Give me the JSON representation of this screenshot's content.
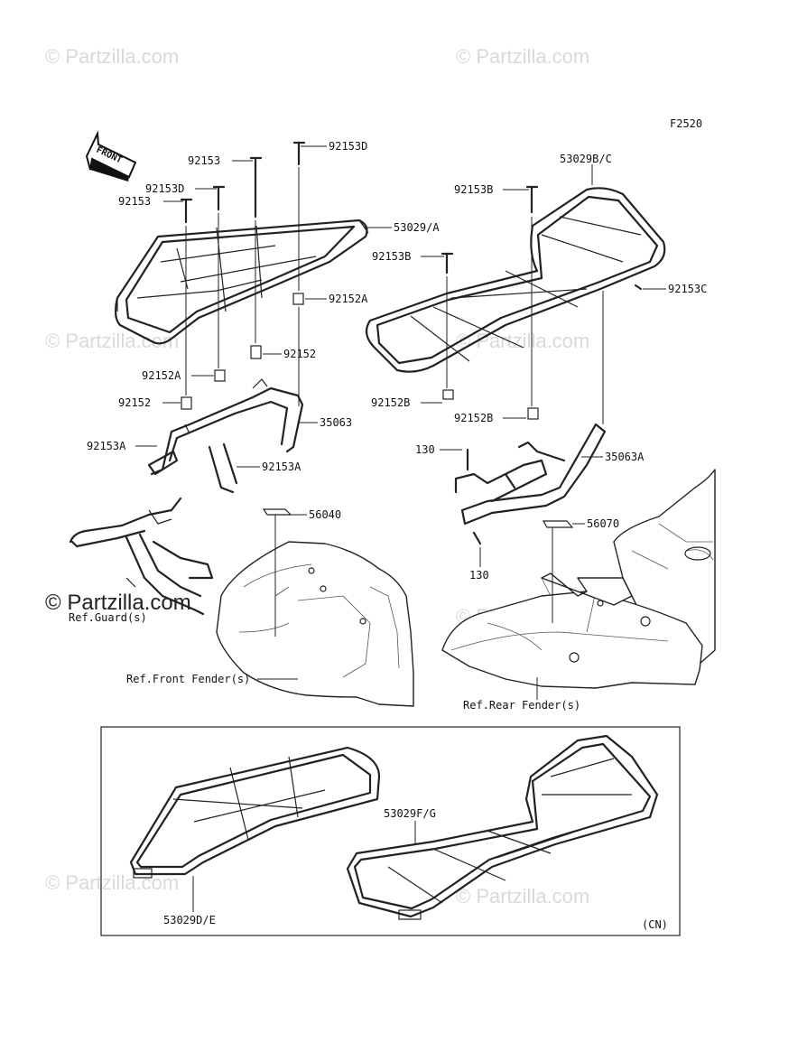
{
  "figure_code": "F2520",
  "front_arrow_label": "FRONT",
  "watermark": "© Partzilla.com",
  "callouts": {
    "c_92153D_top": "92153D",
    "c_92153_top": "92153",
    "c_92153D_mid": "92153D",
    "c_92153_mid": "92153",
    "c_53029A": "53029/A",
    "c_92152A_r": "92152A",
    "c_92152": "92152",
    "c_92152A_l": "92152A",
    "c_92152_l": "92152",
    "c_35063": "35063",
    "c_92153A_l": "92153A",
    "c_92153A_r": "92153A",
    "c_56040": "56040",
    "c_ref_guard": "Ref.Guard(s)",
    "c_ref_front": "Ref.Front Fender(s)",
    "c_53029BC": "53029B/C",
    "c_92153B_top": "92153B",
    "c_92153B_mid": "92153B",
    "c_92153C": "92153C",
    "c_92152B_l": "92152B",
    "c_92152B_r": "92152B",
    "c_130_top": "130",
    "c_35063A": "35063A",
    "c_56070": "56070",
    "c_130_bot": "130",
    "c_ref_rear": "Ref.Rear Fender(s)",
    "c_53029FG": "53029F/G",
    "c_53029DE": "53029D/E",
    "c_cn": "(CN)"
  }
}
